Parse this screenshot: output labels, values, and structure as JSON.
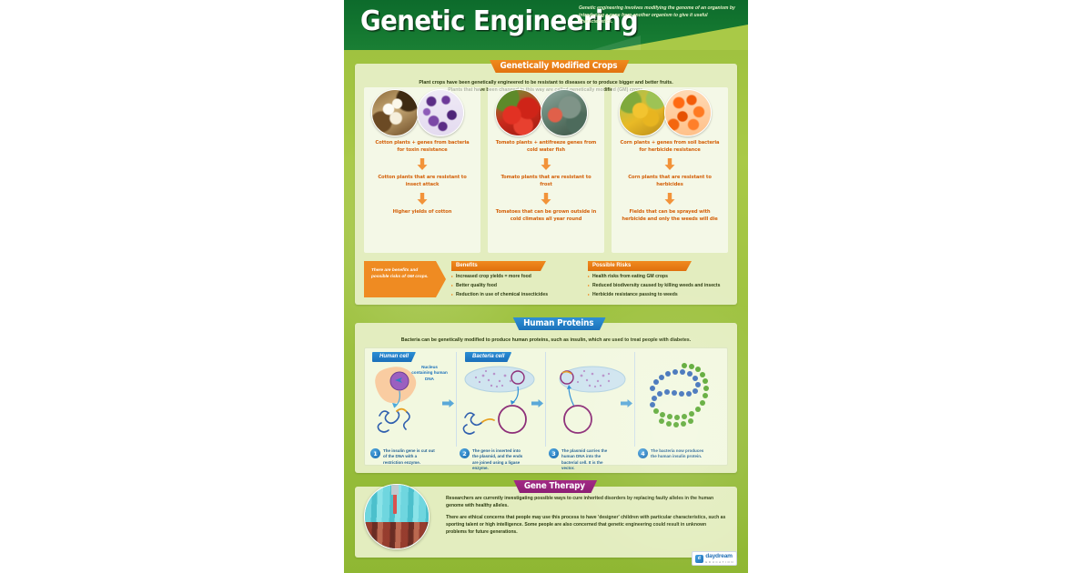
{
  "poster": {
    "title": "Genetic Engineering",
    "subtitle": "Genetic engineering involves modifying the genome of an organism by introducing a gene from another organism to give it useful characteristics."
  },
  "gm_crops": {
    "banner": "Genetically Modified Crops",
    "intro_line1": "Plant crops have been genetically engineered to be resistant to diseases or to produce bigger and better fruits.",
    "intro_line2": "Plants that have been changed in this way are called genetically modified (GM) crops.",
    "columns": [
      {
        "images": [
          "cotton-boll-photo",
          "bacteria-micrograph-photo"
        ],
        "step1": "Cotton plants + genes from bacteria for toxin resistance",
        "step2": "Cotton plants that are resistant to insect attack",
        "step3": "Higher yields of cotton"
      },
      {
        "images": [
          "tomatoes-photo",
          "cold-water-fish-photo"
        ],
        "step1": "Tomato plants + antifreeze genes from cold water fish",
        "step2": "Tomato plants that are resistant to frost",
        "step3": "Tomatoes that can be grown outside in cold climates all year round"
      },
      {
        "images": [
          "corn-cobs-photo",
          "soil-bacteria-photo"
        ],
        "step1": "Corn plants + genes from soil bacteria for herbicide resistance",
        "step2": "Corn plants that are resistant to herbicides",
        "step3": "Fields that can be sprayed with herbicide and only the weeds will die"
      }
    ],
    "callout": "There are benefits and possible risks of GM crops.",
    "benefits": {
      "title": "Benefits",
      "items": [
        "Increased crop yields = more food",
        "Better quality food",
        "Reduction in use of chemical insecticides"
      ]
    },
    "risks": {
      "title": "Possible Risks",
      "items": [
        "Health risks from eating GM crops",
        "Reduced biodiversity caused by killing weeds and insects",
        "Herbicide resistance passing to weeds"
      ]
    }
  },
  "human_proteins": {
    "banner": "Human Proteins",
    "intro": "Bacteria can be genetically modified to produce human proteins, such as insulin, which are used to treat people with diabetes.",
    "cell_labels": [
      "Human cell",
      "Bacteria cell"
    ],
    "nucleus_label": "Nucleus containing human DNA",
    "steps": [
      {
        "number": "1",
        "text": "The insulin gene is cut out of the DNA with a restriction enzyme."
      },
      {
        "number": "2",
        "text": "The gene is inserted into the plasmid, and the ends are joined using a ligase enzyme."
      },
      {
        "number": "3",
        "text": "The plasmid carries the human DNA into the bacterial cell. It is the vector."
      },
      {
        "number": "4",
        "text": "The bacteria now produces the human insulin protein."
      }
    ]
  },
  "gene_therapy": {
    "banner": "Gene Therapy",
    "image": "test-tubes-pipette-photo",
    "paragraph1": "Researchers are currently investigating possible ways to cure inherited disorders by replacing faulty alleles in the human genome with healthy alleles.",
    "paragraph2": "There are ethical concerns that people may use this process to have 'designer' children with particular characteristics, such as sporting talent or high intelligence. Some people are also concerned that genetic engineering could result in unknown problems for future generations."
  },
  "logo": {
    "mark": "daydream-logo-icon",
    "wordmark": "daydream",
    "sub": "E D U C A T I O N"
  },
  "colors": {
    "header_green": "#12742f",
    "poster_green": "#a9c947",
    "panel_cream": "#e3edbf",
    "orange": "#ef8b22",
    "blue": "#1c72bb",
    "purple": "#a32a86"
  }
}
